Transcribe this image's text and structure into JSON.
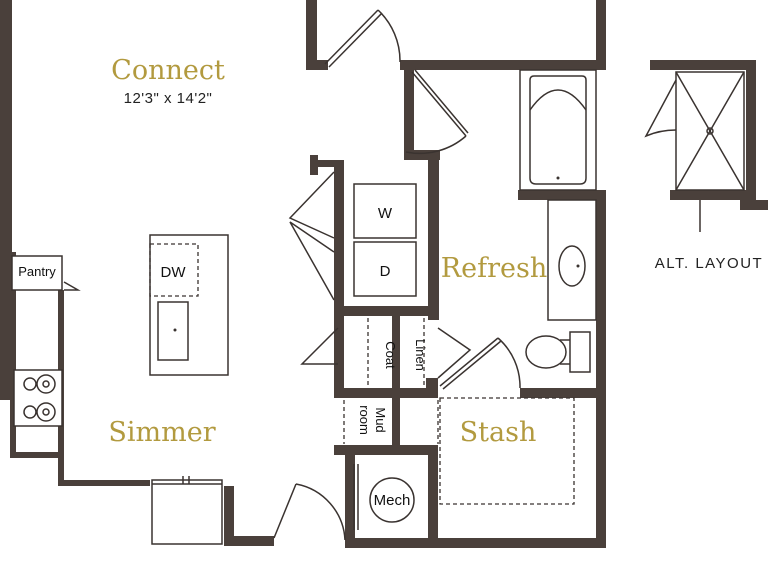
{
  "rooms": {
    "connect": {
      "name": "Connect",
      "dimensions": "12'3\" x 14'2\""
    },
    "simmer": {
      "name": "Simmer"
    },
    "refresh": {
      "name": "Refresh"
    },
    "stash": {
      "name": "Stash"
    }
  },
  "fixtures": {
    "pantry": "Pantry",
    "dishwasher": "DW",
    "washer": "W",
    "dryer": "D",
    "coat": "Coat",
    "linen": "Linen",
    "mudroom_line1": "Mud",
    "mudroom_line2": "room",
    "mech": "Mech"
  },
  "alt_layout": {
    "label": "ALT. LAYOUT"
  },
  "colors": {
    "walls": "#4a403b",
    "room_names": "#b29a3f"
  }
}
